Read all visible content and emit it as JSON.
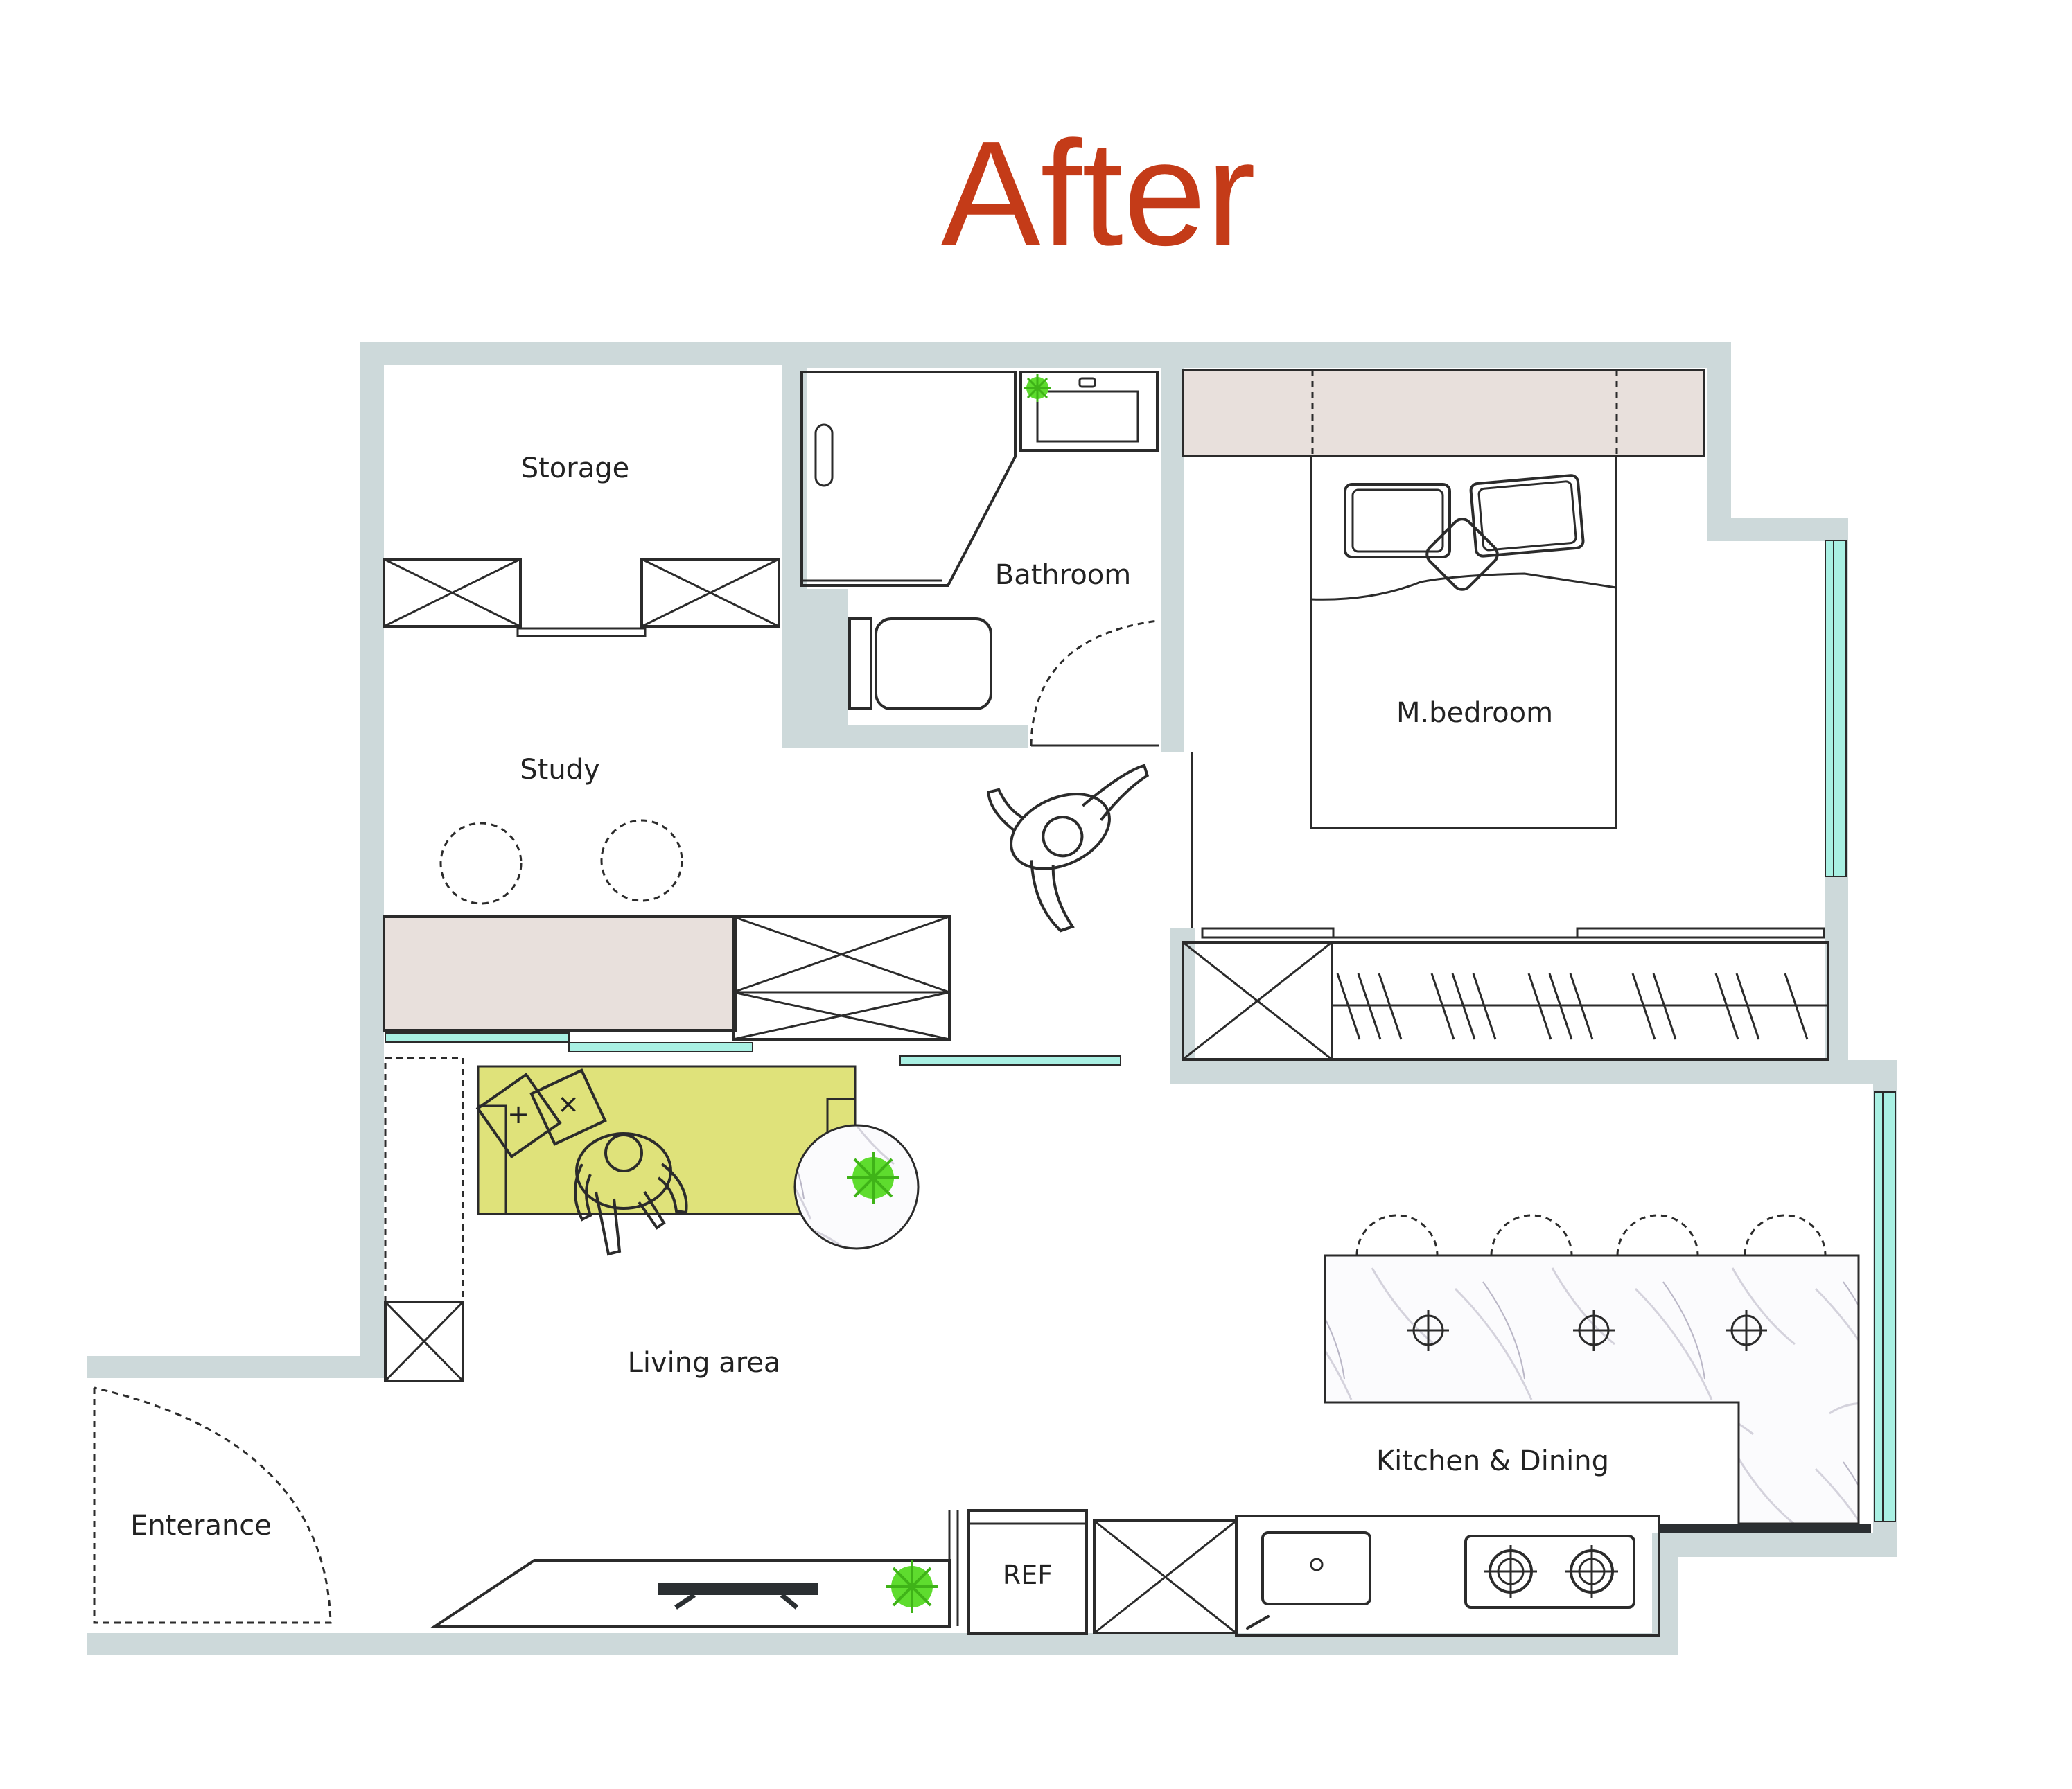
{
  "title": "After",
  "colors": {
    "title": "#c43b18",
    "wall": "#cdd9da",
    "glass": "#a9f0e3",
    "sofa": "#dfe27a",
    "cabinet": "#e8e0dc",
    "plant": "#5edc2e",
    "counter_dark": "#2b2f32"
  },
  "rooms": {
    "storage": "Storage",
    "bathroom": "Bathroom",
    "master_bedroom": "M.bedroom",
    "study": "Study",
    "living_area": "Living area",
    "kitchen_dining": "Kitchen & Dining",
    "entrance": "Enterance"
  },
  "fixtures": {
    "refrigerator": "REF"
  },
  "icons": [
    "plant-icon",
    "person-icon",
    "stove-burner-icon",
    "sink-icon",
    "door-swing-icon",
    "stool-icon",
    "pillow-icon"
  ]
}
